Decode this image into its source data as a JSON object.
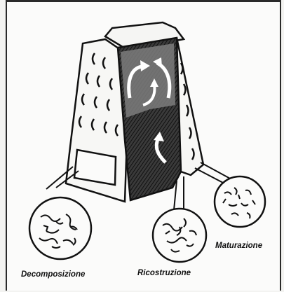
{
  "stages": [
    {
      "label": "Decomposizione"
    },
    {
      "label": "Ricostruzione"
    },
    {
      "label": "Maturazione"
    }
  ]
}
